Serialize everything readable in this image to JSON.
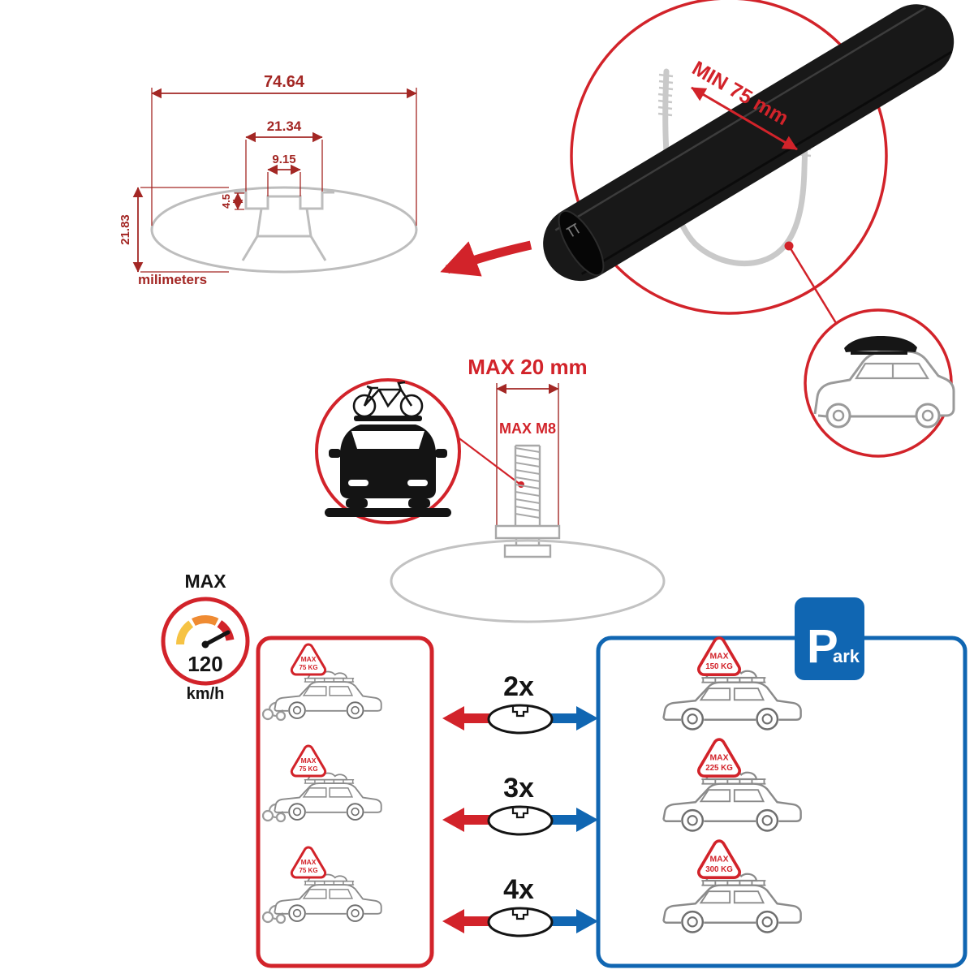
{
  "colors": {
    "red": "#d2232a",
    "dark_red": "#a32724",
    "blue": "#1066b2",
    "gray": "#bdbdbd",
    "black": "#141414"
  },
  "dimensions": {
    "total_width": "74.64",
    "channel_width": "21.34",
    "slot_width": "9.15",
    "lip_depth": "4.5",
    "total_height": "21.83",
    "units": "milimeters"
  },
  "clamp": {
    "min_width": "MIN 75 mm"
  },
  "bolt": {
    "max_length": "MAX 20 mm",
    "max_thread": "MAX M8"
  },
  "speed": {
    "label": "MAX",
    "value": "120",
    "unit": "km/h"
  },
  "park": {
    "letter": "P",
    "suffix": "ark"
  },
  "rows": [
    {
      "multiplier": "2x",
      "moving": {
        "line1": "MAX",
        "line2": "75 KG"
      },
      "parked": {
        "line1": "MAX",
        "line2": "150 KG"
      }
    },
    {
      "multiplier": "3x",
      "moving": {
        "line1": "MAX",
        "line2": "75 KG"
      },
      "parked": {
        "line1": "MAX",
        "line2": "225 KG"
      }
    },
    {
      "multiplier": "4x",
      "moving": {
        "line1": "MAX",
        "line2": "75 KG"
      },
      "parked": {
        "line1": "MAX",
        "line2": "300 KG"
      }
    }
  ]
}
